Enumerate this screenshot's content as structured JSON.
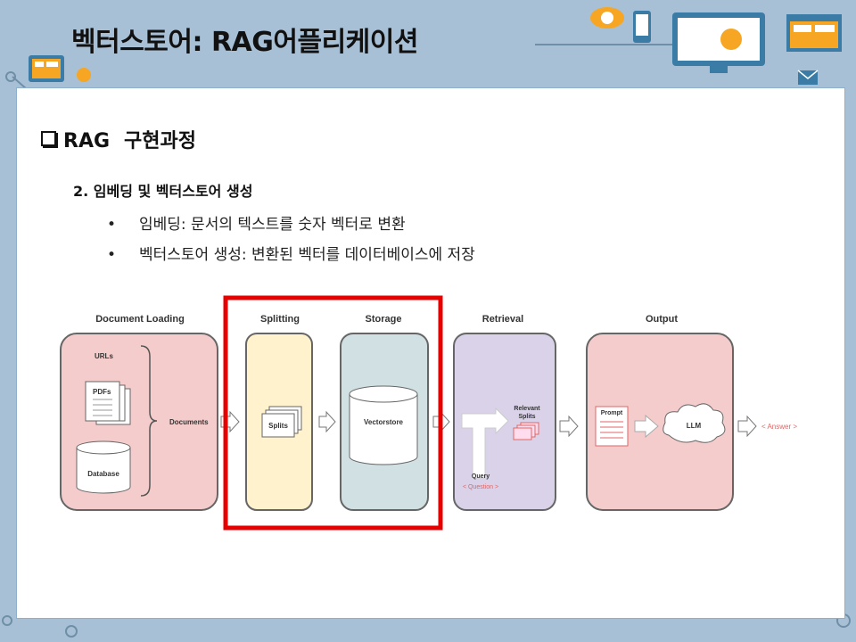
{
  "title": "벡터스토어: RAG어플리케이션",
  "heading": {
    "prefix": "RAG",
    "text": "구현과정"
  },
  "subheading": "2. 임베딩 및 벡터스토어 생성",
  "bullets": [
    "임베딩: 문서의 텍스트를 숫자 벡터로 변환",
    "벡터스토어 생성: 변환된 벡터를 데이터베이스에 저장"
  ],
  "diagram": {
    "stages": {
      "document_loading": "Document Loading",
      "splitting": "Splitting",
      "storage": "Storage",
      "retrieval": "Retrieval",
      "output": "Output"
    },
    "items": {
      "urls": "URLs",
      "pdfs": "PDFs",
      "database": "Database",
      "documents": "Documents",
      "splits": "Splits",
      "vectorstore": "Vectorstore",
      "relevant_line1": "Relevant",
      "relevant_line2": "Splits",
      "query": "Query",
      "question": "< Question >",
      "prompt": "Prompt",
      "llm": "LLM",
      "answer": "< Answer >"
    },
    "colors": {
      "document_loading": "#f4cccc",
      "splitting": "#fff2cc",
      "storage": "#d0e0e3",
      "retrieval": "#d9d2e9",
      "output": "#f4cccc",
      "highlight": "#e60000",
      "answer_text": "#e06666"
    }
  }
}
